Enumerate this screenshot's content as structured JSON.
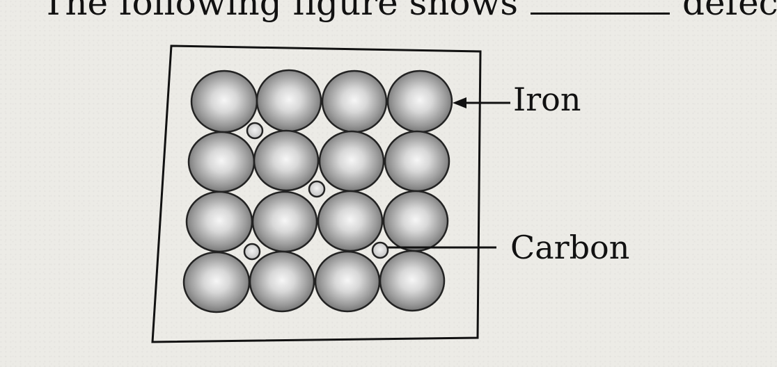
{
  "question": {
    "text_before": "The following figure shows",
    "text_after": "defec"
  },
  "figure": {
    "labels": {
      "iron": "Iron",
      "carbon": "Carbon"
    },
    "colors": {
      "frame": "#111111",
      "atom_fill": "#8a8a8a",
      "atom_highlight": "#f4f4f4",
      "atom_outline": "#222222",
      "carbon_fill": "#d9d9d9"
    }
  }
}
